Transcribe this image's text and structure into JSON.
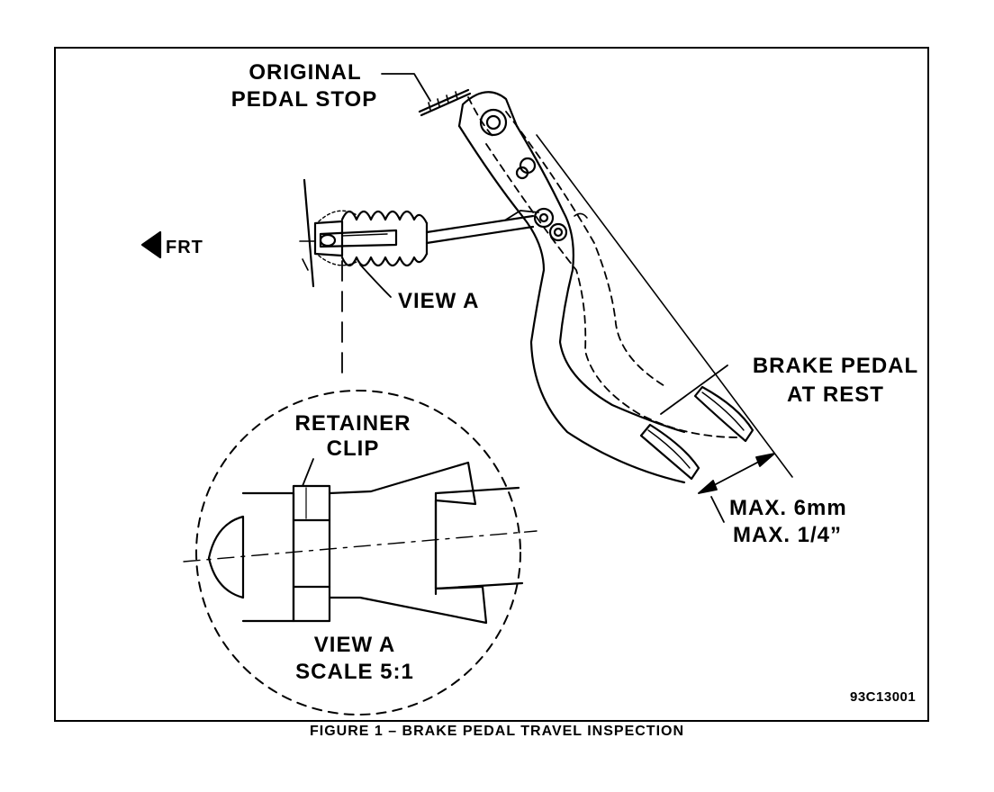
{
  "labels": {
    "original_pedal_stop_1": "ORIGINAL",
    "original_pedal_stop_2": "PEDAL STOP",
    "frt": "FRT",
    "view_a": "VIEW A",
    "brake_pedal_1": "BRAKE PEDAL",
    "brake_pedal_2": "AT REST",
    "max_mm": "MAX. 6mm",
    "max_in": "MAX. 1/4”",
    "retainer_1": "RETAINER",
    "retainer_2": "CLIP",
    "detail_1": "VIEW A",
    "detail_2": "SCALE 5:1",
    "figure_id": "93C13001"
  },
  "caption": "FIGURE 1 – BRAKE PEDAL TRAVEL INSPECTION"
}
